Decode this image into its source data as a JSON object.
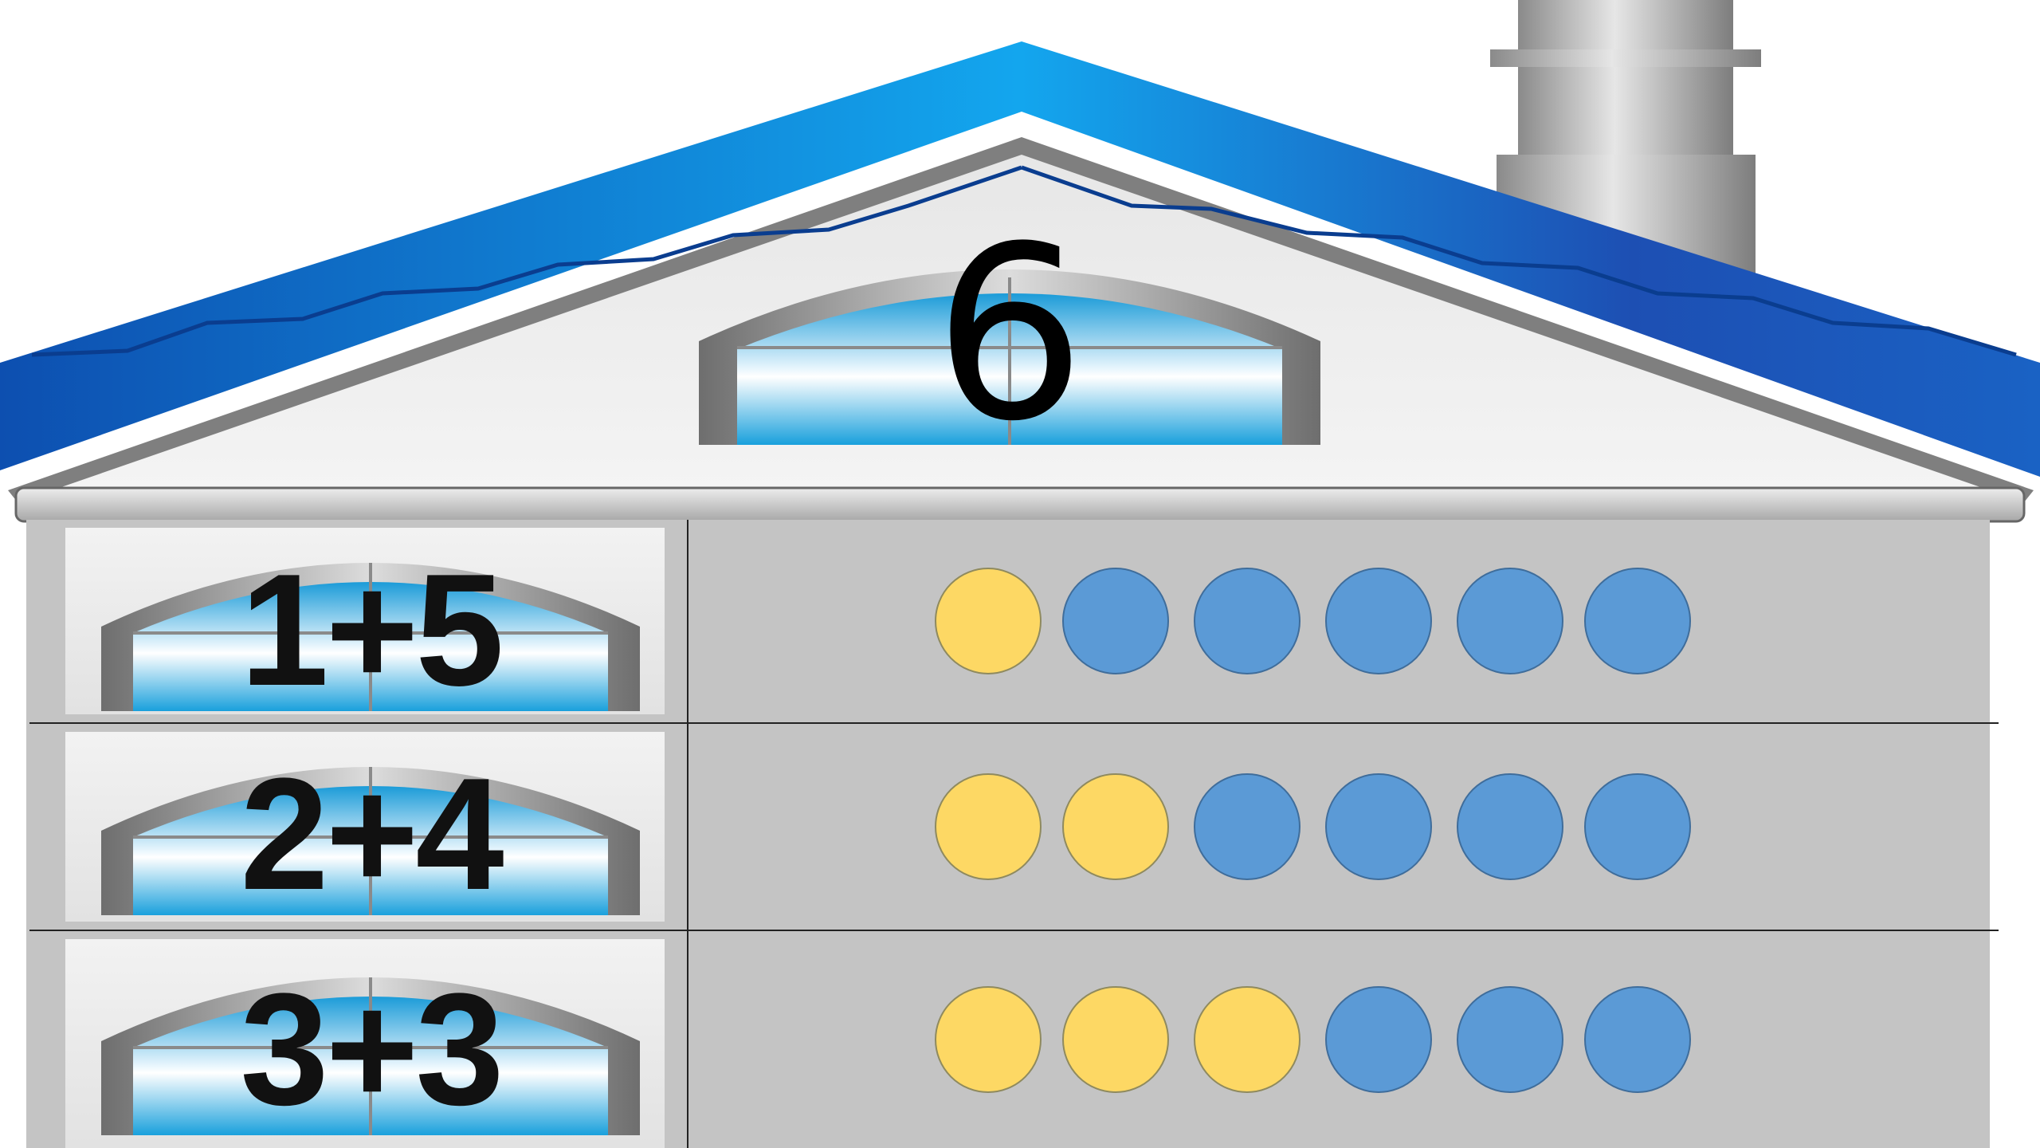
{
  "house": {
    "total": "6",
    "rows": [
      {
        "label": "1+5",
        "yellow": 1,
        "blue": 5
      },
      {
        "label": "2+4",
        "yellow": 2,
        "blue": 4
      },
      {
        "label": "3+3",
        "yellow": 3,
        "blue": 3
      }
    ],
    "colors": {
      "roof": "#1f6fd0",
      "yellow_counter": "#fdd864",
      "blue_counter": "#5b9ad6",
      "wall": "#c4c4c4"
    }
  }
}
